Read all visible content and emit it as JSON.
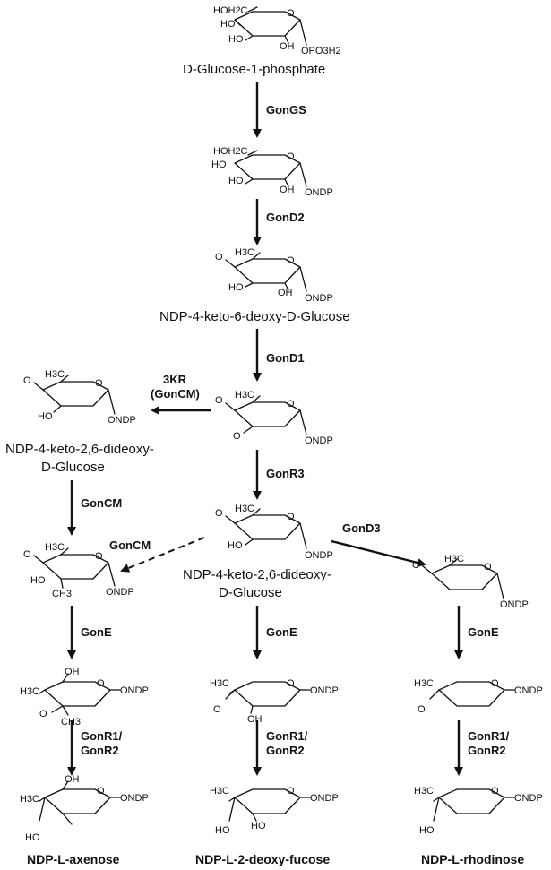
{
  "compounds": {
    "glc1p": {
      "name": "D-Glucose-1-phosphate",
      "ch2oh": "HOH2C",
      "ho": "HO",
      "ho2": "HO",
      "oh": "OH",
      "o": "O",
      "oh_top": "HO",
      "sub": "OPO3H2"
    },
    "ndpglc": {
      "ch2oh": "HOH2C",
      "ho": "HO",
      "ho2": "HO",
      "oh": "OH",
      "o": "O",
      "oh_top": "HO",
      "sub": "ONDP"
    },
    "keto6deoxy": {
      "name": "NDP-4-keto-6-deoxy-D-Glucose",
      "o_ketone": "O",
      "ch3": "H3C",
      "ho": "HO",
      "oh": "OH",
      "o": "O",
      "sub": "ONDP"
    },
    "diketo": {
      "ch3": "H3C",
      "o1": "O",
      "o2": "O",
      "o": "O",
      "sub": "ONDP"
    },
    "left_keto": {
      "name1": "NDP-4-keto-2,6-dideoxy-",
      "name2": "D-Glucose",
      "o_ketone": "O",
      "ch3": "H3C",
      "ho": "HO",
      "o": "O",
      "sub": "ONDP"
    },
    "mid_keto": {
      "name1": "NDP-4-keto-2,6-dideoxy-",
      "name2": "D-Glucose",
      "o_ketone": "O",
      "ch3": "H3C",
      "ho": "HO",
      "o": "O",
      "sub": "ONDP"
    },
    "right_keto": {
      "o_ketone": "O",
      "ch3": "H3C",
      "o": "O",
      "sub": "ONDP"
    },
    "methylated": {
      "o_ketone": "O",
      "ch3": "H3C",
      "ho": "HO",
      "ch3b": "CH3",
      "o": "O",
      "sub": "ONDP"
    },
    "ax_epi": {
      "oh": "OH",
      "h3c": "H3C",
      "o_ketone": "O",
      "ch3": "CH3",
      "o": "O",
      "sub": "ONDP"
    },
    "mid_epi": {
      "h3c": "H3C",
      "o_ketone": "O",
      "oh": "OH",
      "o": "O",
      "sub": "ONDP"
    },
    "right_epi": {
      "h3c": "H3C",
      "o_ketone": "O",
      "o": "O",
      "sub": "ONDP"
    },
    "axenose": {
      "name": "NDP-L-axenose",
      "oh": "OH",
      "h3c": "H3C",
      "ho": "HO",
      "o": "O",
      "sub": "ONDP"
    },
    "deoxyfucose": {
      "name": "NDP-L-2-deoxy-fucose",
      "h3c": "H3C",
      "ho": "HO",
      "ho2": "HO",
      "o": "O",
      "sub": "ONDP"
    },
    "rhodinose": {
      "name": "NDP-L-rhodinose",
      "h3c": "H3C",
      "ho": "HO",
      "o": "O",
      "sub": "ONDP"
    }
  },
  "enzymes": {
    "gongs": "GonGS",
    "gond2": "GonD2",
    "gond1": "GonD1",
    "kr_line1": "3KR",
    "kr_line2": "(GonCM)",
    "gonr3": "GonR3",
    "gond3": "GonD3",
    "goncm_left": "GonCM",
    "goncm_dashed": "GonCM",
    "gone_left": "GonE",
    "gone_mid": "GonE",
    "gone_right": "GonE",
    "gonr1_left": "GonR1/",
    "gonr2_left": "GonR2",
    "gonr1_mid": "GonR1/",
    "gonr2_mid": "GonR2",
    "gonr1_right": "GonR1/",
    "gonr2_right": "GonR2"
  }
}
